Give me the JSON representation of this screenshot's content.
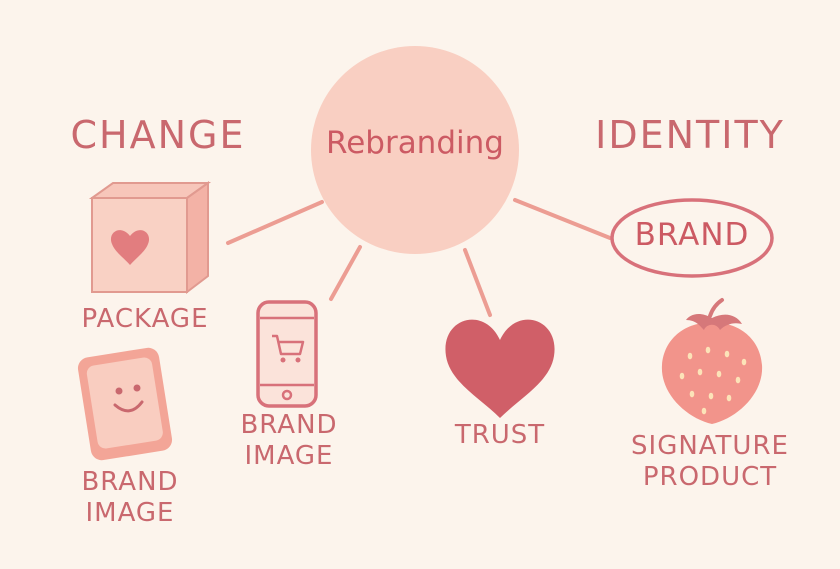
{
  "center": {
    "label": "Rebranding"
  },
  "headings": {
    "left": "CHANGE",
    "right": "IDENTITY"
  },
  "nodes": {
    "brand_oval": "BRAND",
    "package": "PACKAGE",
    "brand_image_left": [
      "BRAND",
      "IMAGE"
    ],
    "brand_image_phone": [
      "BRAND",
      "IMAGE"
    ],
    "trust": "TRUST",
    "signature_product": [
      "SIGNATURE",
      "PRODUCT"
    ]
  },
  "colors": {
    "background": "#fcf4ec",
    "circle": "#f9cfc2",
    "text": "#c9686e",
    "lines": "#ec9d93",
    "heart": "#d05f68",
    "strawberry": "#f2948b",
    "leaf": "#d6787a"
  },
  "icons": [
    "box-heart-icon",
    "smiley-tablet-icon",
    "phone-cart-icon",
    "heart-icon",
    "strawberry-icon"
  ]
}
